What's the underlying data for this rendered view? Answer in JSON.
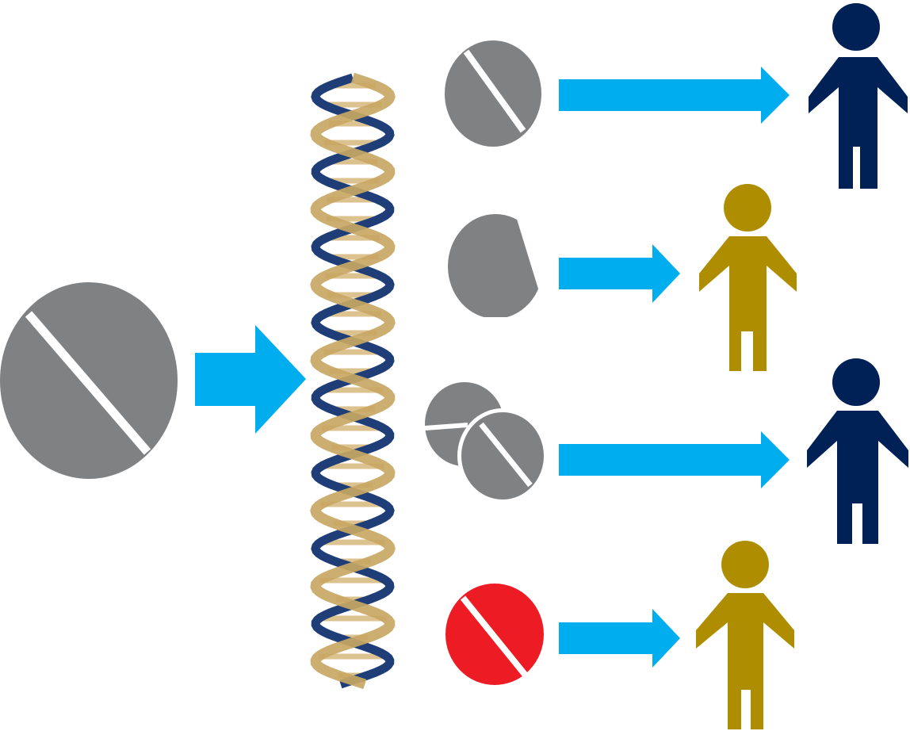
{
  "colors": {
    "background": "#ffffff",
    "pill_gray": "#808183",
    "pill_red": "#ed1c24",
    "pill_score": "#ffffff",
    "arrow_blue": "#00aeef",
    "person_navy": "#002156",
    "person_gold": "#ae8e00",
    "dna_gold": "#c8a764",
    "dna_gold_light": "#dcc28e",
    "dna_navy": "#1f3e78"
  },
  "icons": {
    "input_pill": "pill-icon",
    "dna": "dna-double-helix-icon",
    "full_pill": "pill-icon",
    "half_pill": "half-pill-icon",
    "double_pill": "double-pill-icon",
    "red_pill": "pill-icon",
    "person": "person-icon"
  },
  "outcomes": [
    {
      "dose": "standard",
      "pill_icon": "pill-icon",
      "arrow_length": "long",
      "person_color": "navy"
    },
    {
      "dose": "half",
      "pill_icon": "half-pill-icon",
      "arrow_length": "short",
      "person_color": "gold"
    },
    {
      "dose": "double",
      "pill_icon": "double-pill-icon",
      "arrow_length": "long",
      "person_color": "navy"
    },
    {
      "dose": "alternative",
      "pill_icon": "pill-icon",
      "arrow_length": "short",
      "person_color": "gold"
    }
  ]
}
